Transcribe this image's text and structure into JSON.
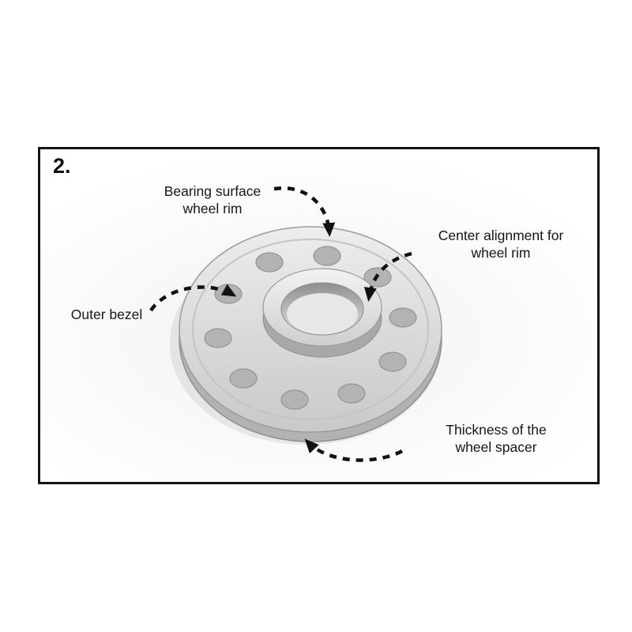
{
  "figure": {
    "step_number": "2.",
    "labels": {
      "bearing": "Bearing surface\nwheel rim",
      "center_alignment": "Center alignment for\nwheel rim",
      "outer_bezel": "Outer bezel",
      "thickness": "Thickness of the\nwheel spacer"
    },
    "colors": {
      "frame_border": "#141414",
      "text": "#161616",
      "arrow": "#111111",
      "metal_light": "#ebebeb",
      "metal_dark": "#c9c9c9",
      "hole_fill": "#b3b3b3"
    }
  }
}
